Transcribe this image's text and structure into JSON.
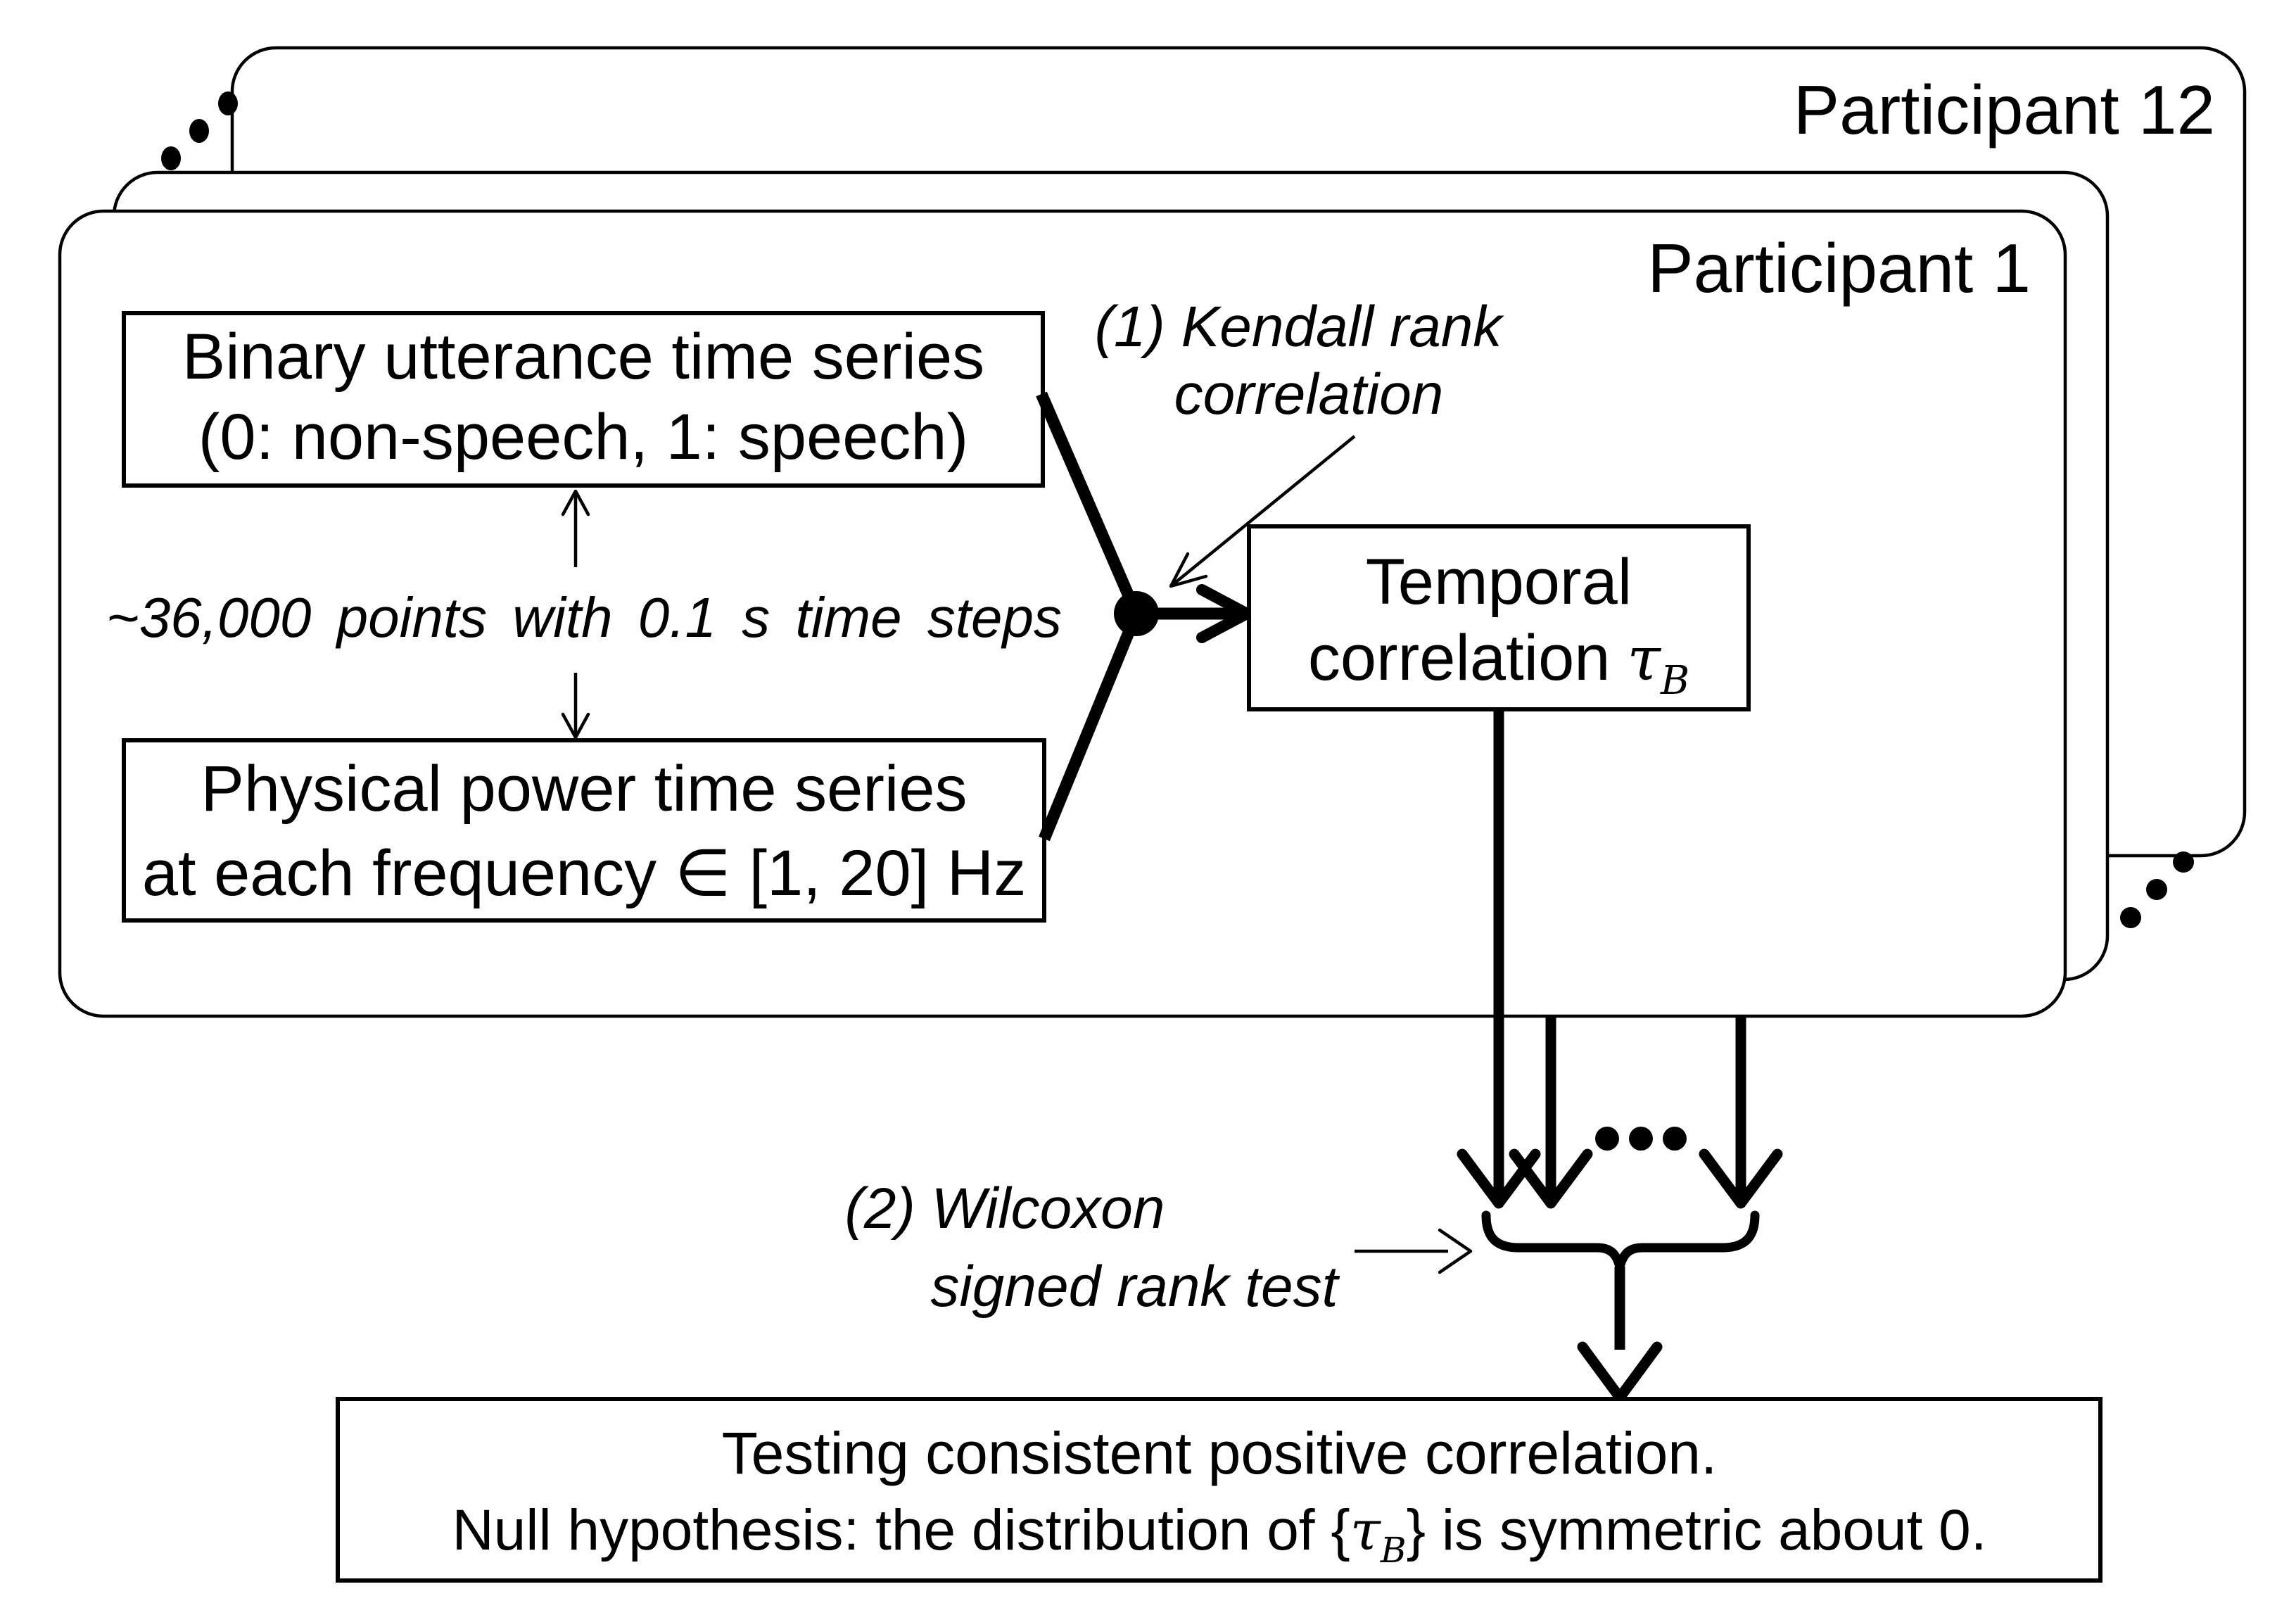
{
  "figure": {
    "colors": {
      "ink": "#000000",
      "paper": "#ffffff"
    },
    "participants": {
      "back": "Participant 12",
      "front": "Participant 1"
    },
    "binary_box": {
      "line1": "Binary utterance time series",
      "line2": "(0: non-speech, 1: speech)"
    },
    "sampling_note": "~36,000 points with 0.1 s time steps",
    "physical_box": {
      "line1": "Physical power time series",
      "line2": "at each frequency ∈ [1, 20] Hz"
    },
    "kendall_label": {
      "line1": "(1) Kendall rank",
      "line2": "correlation"
    },
    "temporal_box": {
      "line1": "Temporal",
      "line2_prefix": "correlation",
      "tau": "τ",
      "tau_sub": "B"
    },
    "wilcoxon_label": {
      "line1": "(2) Wilcoxon",
      "line2": "signed rank test"
    },
    "result_box": {
      "line1": "Testing consistent positive correlation.",
      "line2_prefix": "Null hypothesis: the distribution of {",
      "tau": "τ",
      "tau_sub": "B",
      "line2_suffix": "} is symmetric about 0."
    }
  }
}
